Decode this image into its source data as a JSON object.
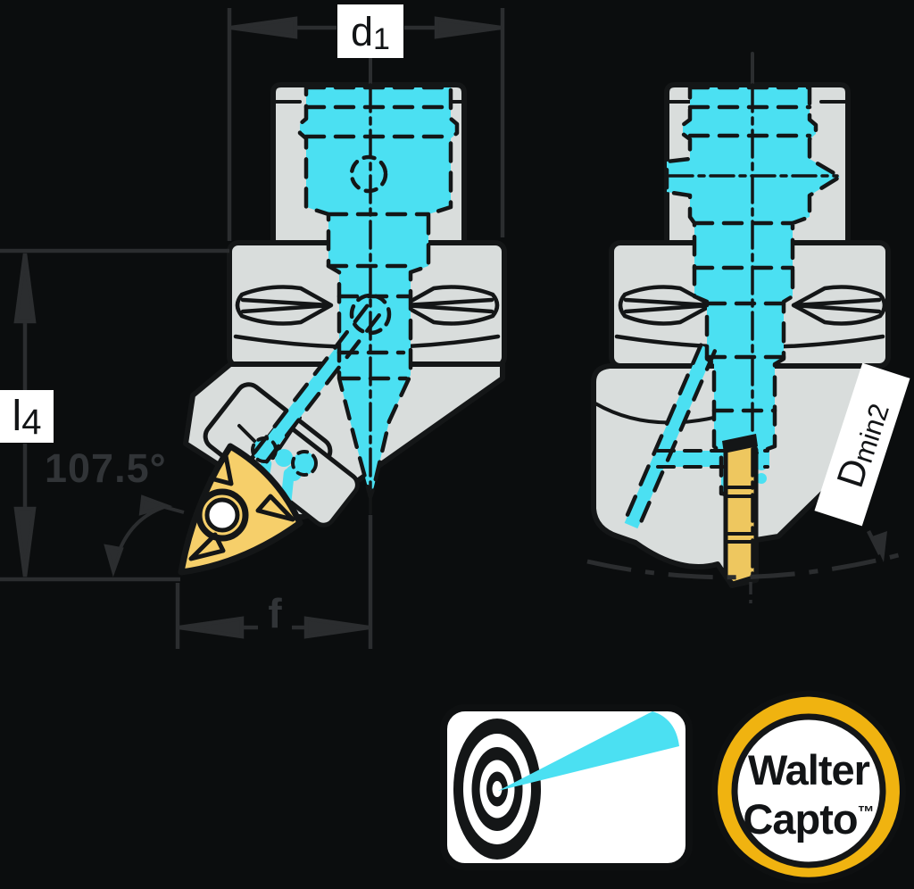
{
  "dimensions": {
    "d1": {
      "base": "d",
      "sub": "1"
    },
    "l4": {
      "base": "l",
      "sub": "4"
    },
    "angle": "107.5°",
    "f": "f",
    "dmin2": {
      "base": "D",
      "sub": "min2"
    }
  },
  "logos": {
    "walter_capto": {
      "line1": "Walter",
      "line2": "Capto",
      "trademark": "™"
    },
    "target": {
      "icon": "bullseye-target-icon"
    }
  },
  "colors": {
    "background": "#0b0d0e",
    "body_gray": "#d9dddc",
    "outline": "#141617",
    "coolant_cyan": "#4be0f2",
    "insert_yellow": "#f6cf6a",
    "cartridge_gold": "#eec75f",
    "logo_gold": "#f0b310",
    "dimension_gray": "#2b2d2f",
    "label_white": "#ffffff"
  }
}
